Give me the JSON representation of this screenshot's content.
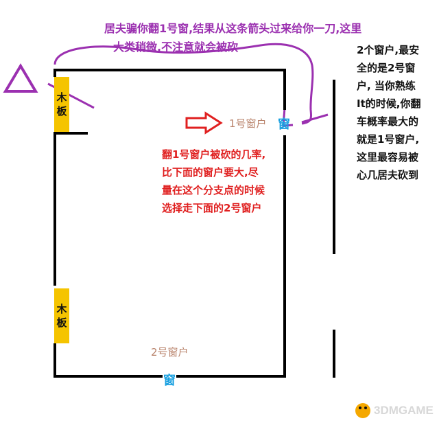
{
  "annotations": {
    "top_note_line1": "居夫骗你翻1号窗,结果从这条箭头过来给你一刀,这里",
    "top_note_line2": "大类稍微,不注意就会被砍",
    "middle_note": [
      "翻1号窗户被砍的几率,",
      "比下面的窗户要大,尽",
      "量在这个分支点的时候",
      "选择走下面的2号窗户"
    ],
    "right_note": [
      "2个窗户,最安",
      "全的是2号窗",
      "户, 当你熟练",
      "It的时候,你翻",
      "车概率最大的",
      "就是1号窗户,",
      "这里最容易被",
      "心几居夫砍到"
    ]
  },
  "planks": {
    "top": [
      "木",
      "板"
    ],
    "bottom": [
      "木",
      "板"
    ]
  },
  "windows": {
    "window1_label": "1号窗户",
    "window1_glyph": "窗",
    "window2_label": "2号窗户",
    "window2_glyph": "窗"
  },
  "watermark": {
    "text": "3DMGAME"
  },
  "colors": {
    "purple": "#9b30b0",
    "red": "#e02020",
    "plank": "#f5c400",
    "window_blue": "#19a0e0",
    "label_brown": "#b8826a"
  }
}
